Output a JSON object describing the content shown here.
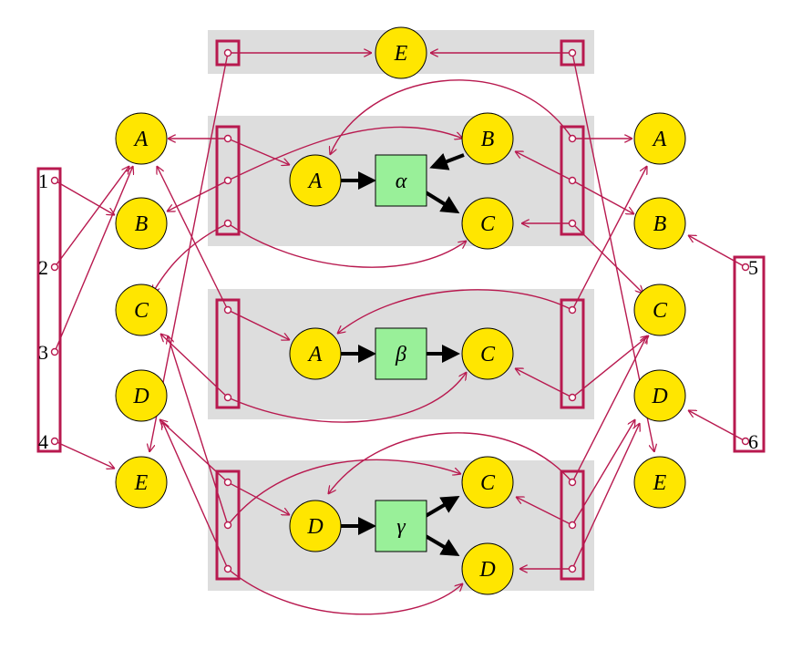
{
  "colors": {
    "node_fill": "#FFE600",
    "node_stroke": "#000000",
    "op_fill": "#99F099",
    "wire": "#B8194F",
    "panel": "#DDDDDD",
    "arrow": "#000000"
  },
  "outer_left": {
    "nodes": [
      "A",
      "B",
      "C",
      "D",
      "E"
    ],
    "ports": [
      "1",
      "2",
      "3",
      "4"
    ]
  },
  "outer_right": {
    "nodes": [
      "A",
      "B",
      "C",
      "D",
      "E"
    ],
    "ports": [
      "5",
      "6"
    ]
  },
  "top_panel": {
    "node": "E"
  },
  "panel_alpha": {
    "inputs": [
      "A"
    ],
    "operator": "α",
    "outputs": [
      "B",
      "C"
    ]
  },
  "panel_beta": {
    "inputs": [
      "A"
    ],
    "operator": "β",
    "outputs": [
      "C"
    ]
  },
  "panel_gamma": {
    "inputs": [
      "D"
    ],
    "operator": "γ",
    "outputs": [
      "C",
      "D"
    ]
  }
}
